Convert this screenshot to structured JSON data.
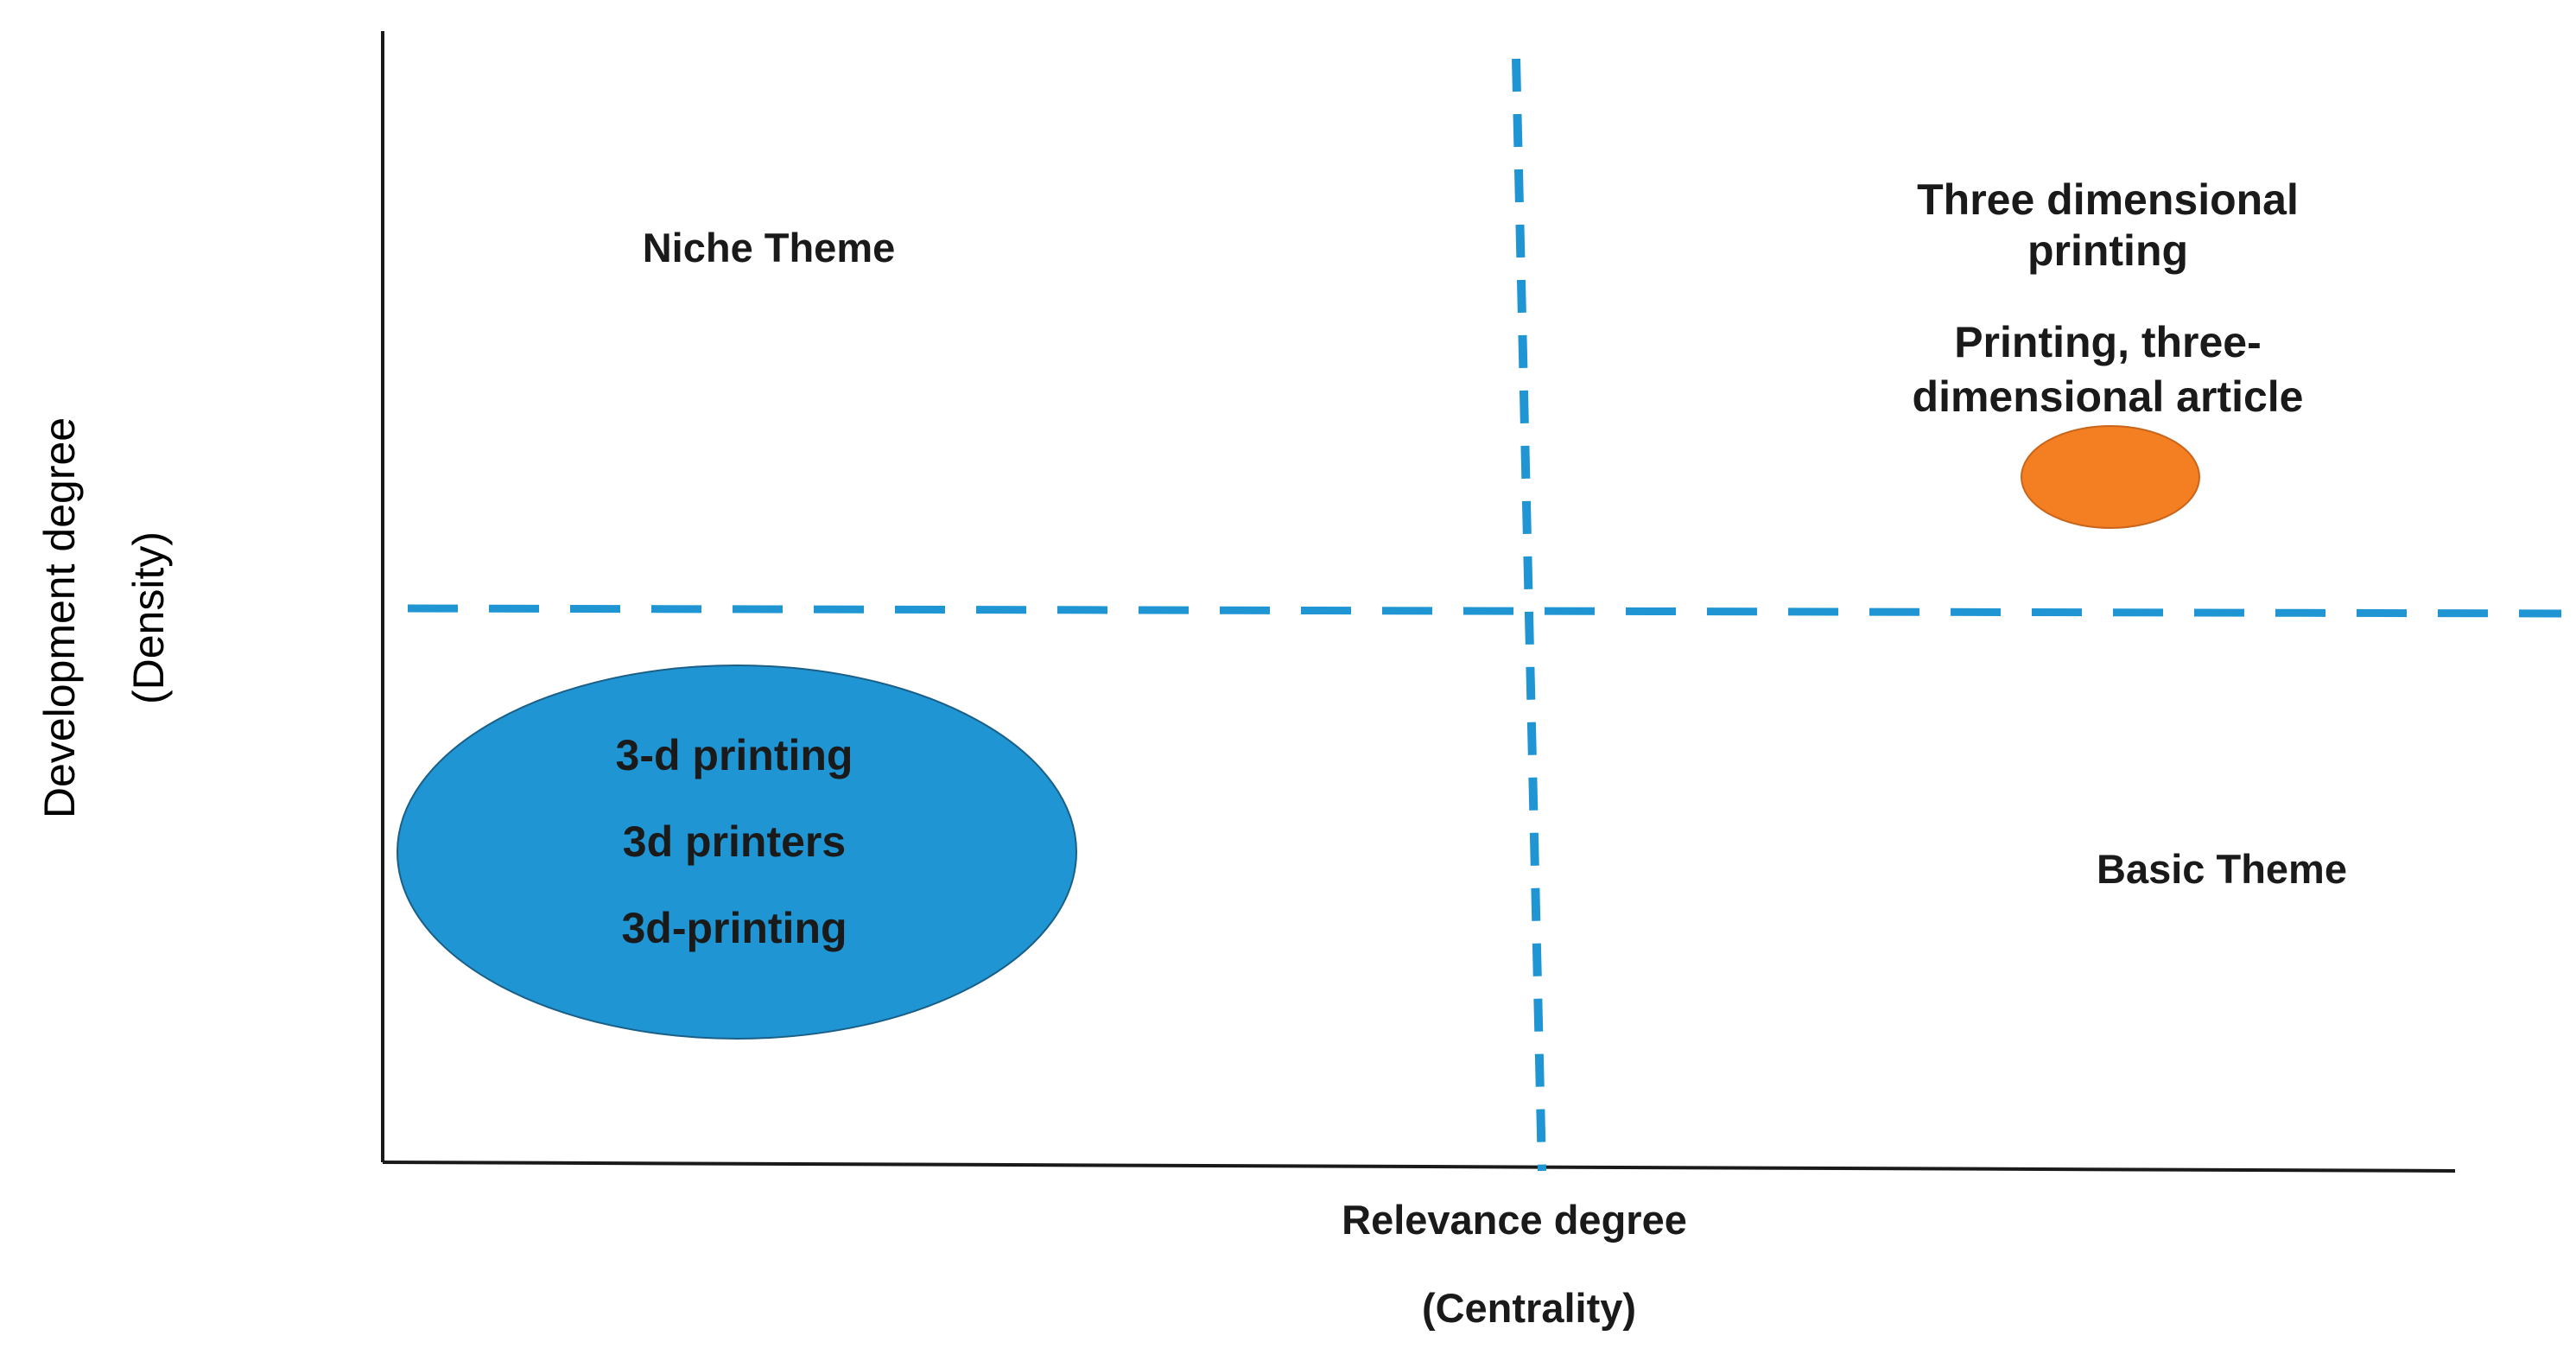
{
  "axes": {
    "x_title_line1": "Relevance degree",
    "x_title_line2": "(Centrality)",
    "y_title_line1": "Development degree",
    "y_title_line2": "(Density)"
  },
  "quadrants": {
    "niche": "Niche Theme",
    "basic": "Basic Theme"
  },
  "themes": {
    "motor": {
      "terms": [
        "Three dimensional",
        "printing",
        "Printing, three-",
        "dimensional article"
      ],
      "color": "#f47f22"
    },
    "basic_bubble": {
      "terms": [
        "3-d printing",
        "3d printers",
        "3d-printing"
      ],
      "color": "#1f96d3"
    }
  },
  "colors": {
    "axis": "#1a1a1a",
    "divider": "#1f96d3"
  }
}
